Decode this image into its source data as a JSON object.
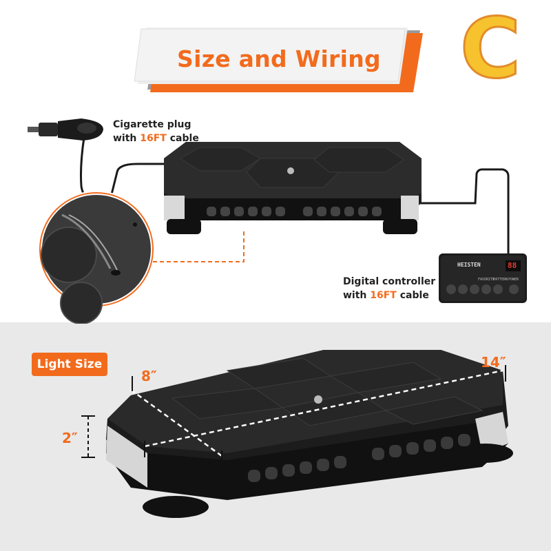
{
  "banner": {
    "title": "Size and Wiring",
    "letter": "C"
  },
  "cigarette": {
    "line1": "Cigarette plug",
    "line2_prefix": "with ",
    "line2_highlight": "16FT",
    "line2_suffix": " cable"
  },
  "controller_label": {
    "line1": "Digital controller",
    "line2_prefix": "with ",
    "line2_highlight": "16FT",
    "line2_suffix": " cable"
  },
  "controller_device": {
    "brand": "HEISTEN",
    "display": "88",
    "button_labels": [
      "FAVORITE",
      "PATTERN",
      "POWER"
    ]
  },
  "light_size": {
    "badge": "Light Size",
    "width": "8″",
    "length": "14″",
    "height": "2″"
  },
  "colors": {
    "accent": "#f26b1d",
    "letter_fill": "#f6c22e",
    "bottom_bg": "#e9e9e9"
  }
}
